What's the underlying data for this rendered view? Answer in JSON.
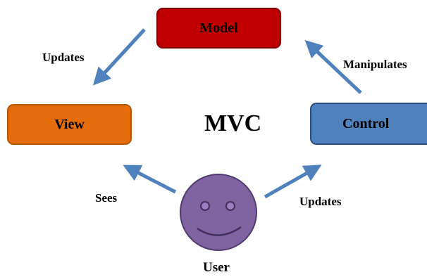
{
  "diagram": {
    "title": "MVC",
    "nodes": {
      "model": {
        "label": "Model",
        "color": "#c00000"
      },
      "view": {
        "label": "View",
        "color": "#e46c0a"
      },
      "control": {
        "label": "Control",
        "color": "#4f81bd"
      },
      "user": {
        "label": "User",
        "color": "#8064a2"
      }
    },
    "edges": [
      {
        "from": "model",
        "to": "view",
        "label": "Updates"
      },
      {
        "from": "control",
        "to": "model",
        "label": "Manipulates"
      },
      {
        "from": "user",
        "to": "view",
        "label": "Sees"
      },
      {
        "from": "user",
        "to": "control",
        "label": "Updates"
      }
    ],
    "arrow_color": "#4f81bd"
  }
}
